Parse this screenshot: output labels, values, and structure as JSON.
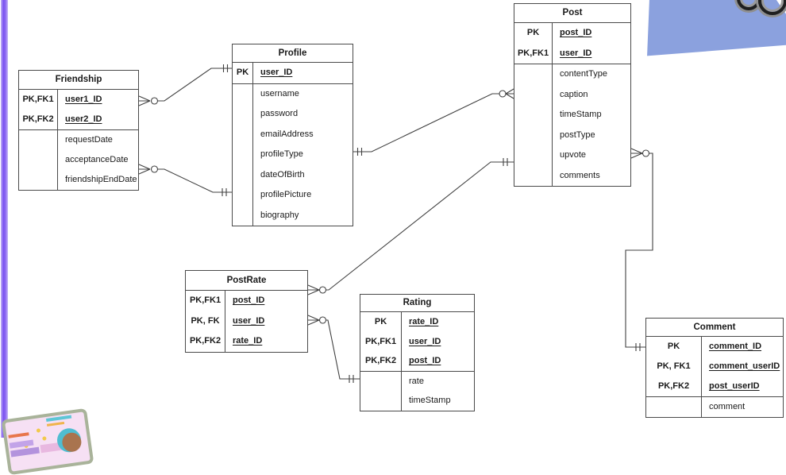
{
  "entities": [
    {
      "name": "Friendship",
      "keys": [
        {
          "label": "PK,FK1",
          "attr": "user1_ID"
        },
        {
          "label": "PK,FK2",
          "attr": "user2_ID"
        }
      ],
      "attrs": [
        "requestDate",
        "acceptanceDate",
        "friendshipEndDate"
      ]
    },
    {
      "name": "Profile",
      "keys": [
        {
          "label": "PK",
          "attr": "user_ID"
        }
      ],
      "attrs": [
        "username",
        "password",
        "emailAddress",
        "profileType",
        "dateOfBirth",
        "profilePicture",
        "biography"
      ]
    },
    {
      "name": "Post",
      "keys": [
        {
          "label": "PK",
          "attr": "post_ID"
        },
        {
          "label": "PK,FK1",
          "attr": "user_ID"
        }
      ],
      "attrs": [
        "contentType",
        "caption",
        "timeStamp",
        "postType",
        "upvote",
        "comments"
      ]
    },
    {
      "name": "PostRate",
      "keys": [
        {
          "label": "PK,FK1",
          "attr": "post_ID"
        },
        {
          "label": "PK, FK",
          "attr": "user_ID"
        },
        {
          "label": "PK,FK2",
          "attr": "rate_ID"
        }
      ],
      "attrs": []
    },
    {
      "name": "Rating",
      "keys": [
        {
          "label": "PK",
          "attr": "rate_ID"
        },
        {
          "label": "PK,FK1",
          "attr": "user_ID"
        },
        {
          "label": "PK,FK2",
          "attr": "post_ID"
        }
      ],
      "attrs": [
        "rate",
        "timeStamp"
      ]
    },
    {
      "name": "Comment",
      "keys": [
        {
          "label": "PK",
          "attr": "comment_ID"
        },
        {
          "label": "PK, FK1",
          "attr": "comment_userID"
        },
        {
          "label": "PK,FK2",
          "attr": "post_userID"
        }
      ],
      "attrs": [
        "comment"
      ]
    }
  ],
  "relationships": [
    {
      "from": "Friendship",
      "to": "Profile",
      "from_end": "zero-or-many",
      "to_end": "one-and-only-one"
    },
    {
      "from": "Friendship",
      "to": "Profile",
      "from_end": "zero-or-many",
      "to_end": "one-and-only-one"
    },
    {
      "from": "Profile",
      "to": "Post",
      "from_end": "one-and-only-one",
      "to_end": "zero-or-many"
    },
    {
      "from": "PostRate",
      "to": "Post",
      "from_end": "zero-or-many",
      "to_end": "one-and-only-one"
    },
    {
      "from": "PostRate",
      "to": "Rating",
      "from_end": "zero-or-many",
      "to_end": "one-and-only-one"
    },
    {
      "from": "Post",
      "to": "Comment",
      "from_end": "zero-or-many",
      "to_end": "one-and-only-one"
    }
  ],
  "colors": {
    "connector_line": "#404040",
    "table_border": "#4a4a4a",
    "corner_blue": "#8ba1de",
    "stripe_purple": "#7a52f0"
  }
}
